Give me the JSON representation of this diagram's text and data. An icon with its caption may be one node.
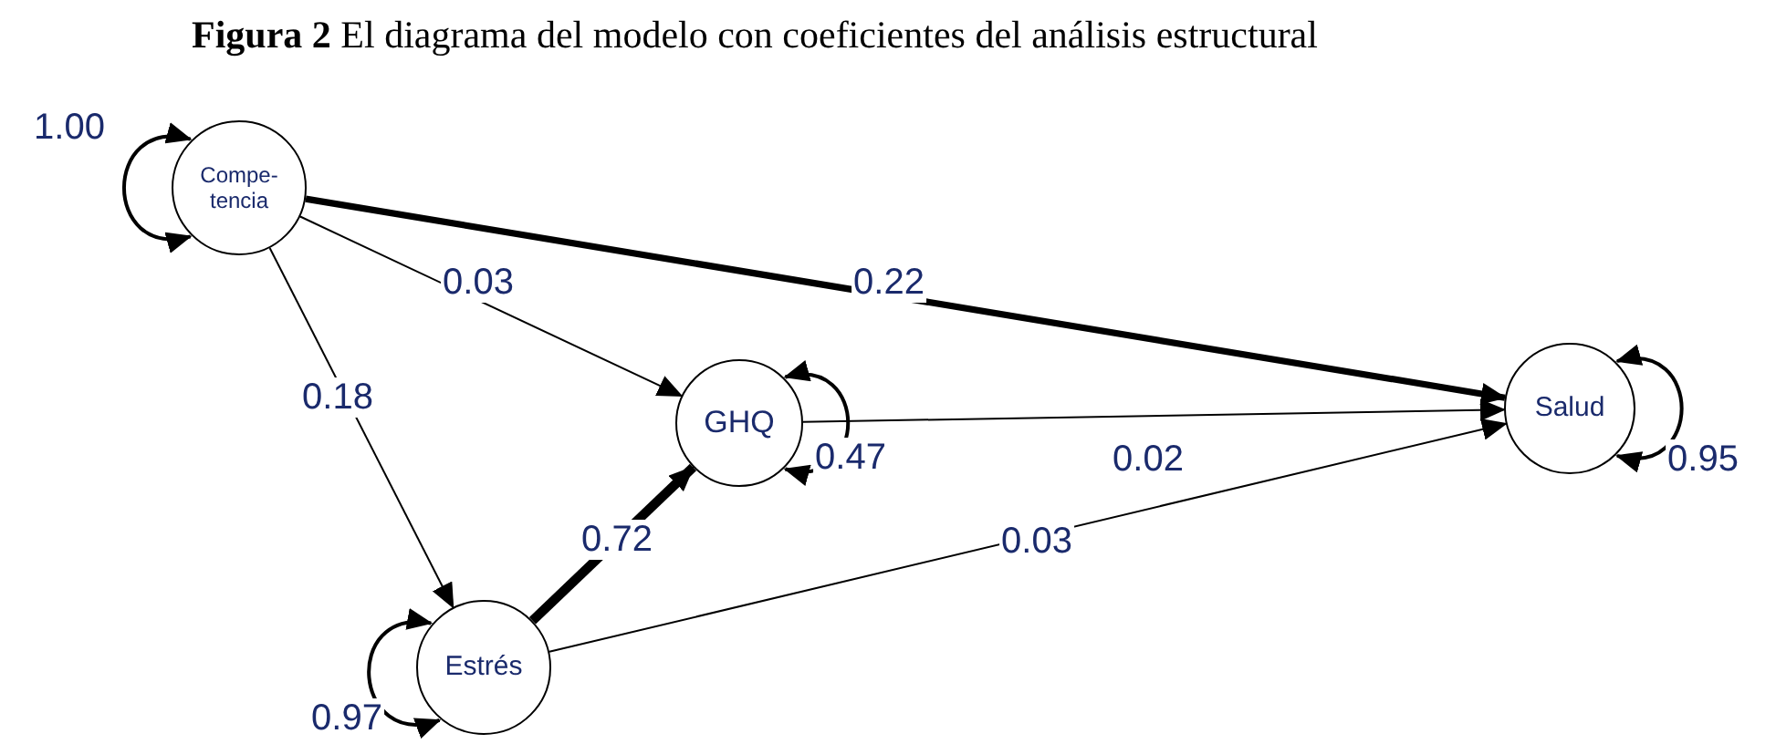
{
  "diagram": {
    "title": "**Figura 2**  El diagrama del modelo con coeficientes del análisis estructural",
    "nodes": [
      {
        "text": [
          "Compe- tencia"
        ]
      },
      {
        "text": [
          "GHQ"
        ]
      },
      {
        "text": [
          "Salud"
        ]
      },
      {
        "text": [
          "Estrés"
        ]
      }
    ],
    "edges": [
      {
        "from": 0,
        "to": 0,
        "arrow": "both",
        "label": "1.00"
      },
      {
        "from": 0,
        "to": 1,
        "arrow": "to",
        "label": "0.03"
      },
      {
        "from": 0,
        "to": 2,
        "arrow": "to",
        "label": "0.22",
        "style": "thick"
      },
      {
        "from": 0,
        "to": 3,
        "arrow": "to",
        "label": "0.18"
      },
      {
        "from": 1,
        "to": 1,
        "arrow": "both",
        "label": "0.47"
      },
      {
        "from": 1,
        "to": 2,
        "arrow": "to",
        "label": "0.02"
      },
      {
        "from": 3,
        "to": 1,
        "arrow": "to",
        "label": "0.72",
        "style": "thick"
      },
      {
        "from": 3,
        "to": 2,
        "arrow": "to",
        "label": "0.03"
      },
      {
        "from": 2,
        "to": 2,
        "arrow": "both",
        "label": "0.95"
      },
      {
        "from": 3,
        "to": 3,
        "arrow": "both",
        "label": "0.97"
      }
    ]
  }
}
